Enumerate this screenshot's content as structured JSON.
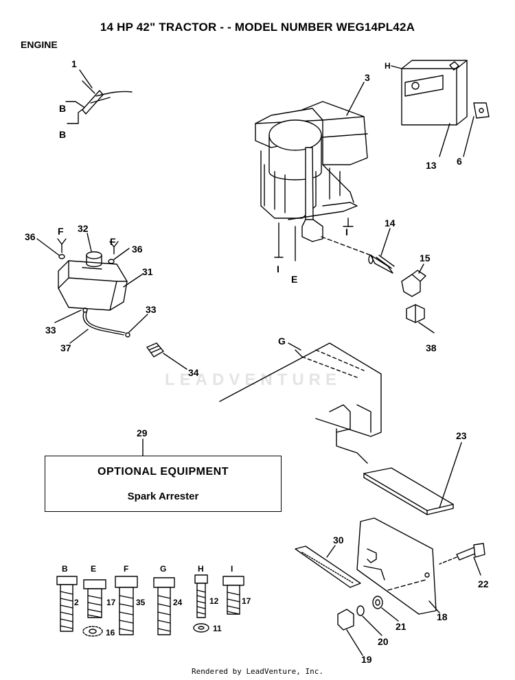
{
  "title": "14 HP 42\" TRACTOR - - MODEL NUMBER WEG14PL42A",
  "section": "ENGINE",
  "optional_box": {
    "heading": "OPTIONAL EQUIPMENT",
    "item": "Spark Arrester"
  },
  "watermark": "LEADVENTURE",
  "footer": "Rendered by LeadVenture, Inc.",
  "callouts": {
    "c1": "1",
    "c3": "3",
    "c6": "6",
    "c13": "13",
    "c14": "14",
    "c15": "15",
    "c23": "23",
    "c29": "29",
    "c30": "30",
    "c31": "31",
    "c32": "32",
    "c33a": "33",
    "c33b": "33",
    "c34": "34",
    "c36a": "36",
    "c36b": "36",
    "c37": "37",
    "c38": "38",
    "c18": "18",
    "c19": "19",
    "c20": "20",
    "c21": "21",
    "c22": "22"
  },
  "letters": {
    "b1": "B",
    "b2": "B",
    "h": "H",
    "i1": "I",
    "i2": "I",
    "e": "E",
    "f1": "F",
    "f2": "F",
    "g": "G"
  },
  "fasteners": [
    {
      "letter": "B",
      "ref": "2"
    },
    {
      "letter": "E",
      "ref": "17"
    },
    {
      "letter": "F",
      "ref": "35"
    },
    {
      "letter": "G",
      "ref": "24"
    },
    {
      "letter": "H",
      "ref": "12"
    },
    {
      "letter": "I",
      "ref": "17"
    }
  ],
  "washers": {
    "w16": "16",
    "w11": "11"
  }
}
